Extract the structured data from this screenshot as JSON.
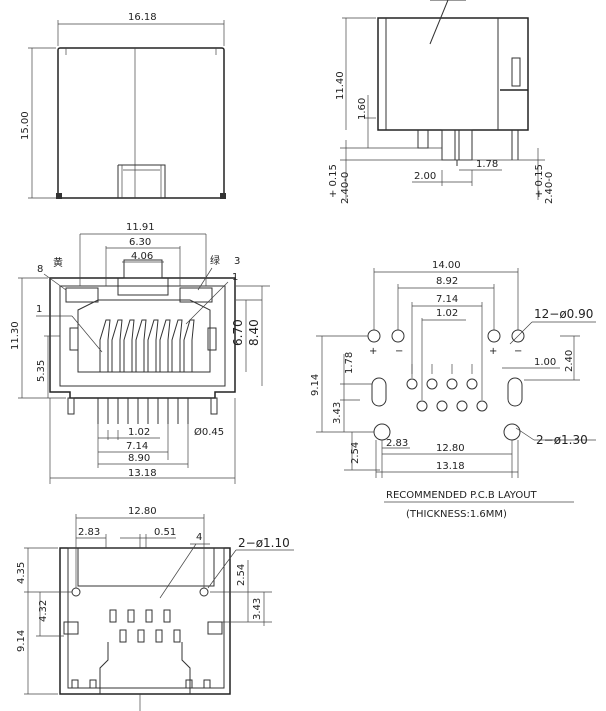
{
  "front_view": {
    "width": "16.18",
    "height": "15.00"
  },
  "side_view": {
    "height": "11.40",
    "standoff": "1.60",
    "pin_pitch": "2.00",
    "pin_offset": "1.78",
    "tol_left": "2.40-0",
    "tol_left_plus": "+ 0.15",
    "tol_right": "2.40-0",
    "tol_right_plus": "+ 0.15"
  },
  "port_view": {
    "dims": {
      "outer": "11.91",
      "inner": "6.30",
      "latch": "4.06",
      "h_total": "11.30",
      "h_window": "6.70",
      "h_body": "8.40",
      "h_low": "5.35",
      "pin_pitch": "1.02",
      "pin_span": "7.14",
      "pin_span2": "8.90",
      "base": "13.18",
      "pin_dia": "Ø0.45"
    },
    "labels": {
      "led_left": "黄",
      "led_right": "绿",
      "pin8": "8",
      "pin1_left": "1",
      "callout_3": "3",
      "callout_1": "1"
    }
  },
  "bottom_view": {
    "width": "12.80",
    "left_off": "2.83",
    "small": "0.51",
    "callout_4": "4",
    "holes": "2−ø1.10",
    "h1": "4.35",
    "h2": "4.32",
    "h3": "9.14",
    "r1": "2.54",
    "r2": "3.43"
  },
  "pcb_layout": {
    "d14": "14.00",
    "d892": "8.92",
    "d714": "7.14",
    "d102": "1.02",
    "holes_small": "12−ø0.90",
    "h914": "9.14",
    "h178": "1.78",
    "h343": "3.43",
    "h254": "2.54",
    "d283": "2.83",
    "d100": "1.00",
    "h240": "2.40",
    "holes_large": "2−ø1.30",
    "w1280": "12.80",
    "w1318": "13.18",
    "title": "RECOMMENDED  P.C.B  LAYOUT",
    "note": "(THICKNESS:1.6MM)"
  }
}
